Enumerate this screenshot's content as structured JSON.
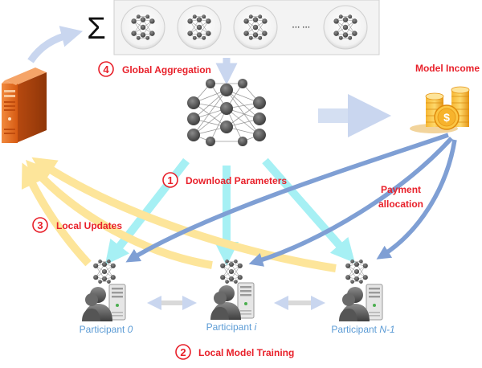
{
  "diagram": {
    "sum_symbol": "Σ",
    "ellipsis": "··· ···",
    "steps": [
      {
        "number": "4",
        "label": "Global Aggregation"
      },
      {
        "number": "1",
        "label": "Download Parameters"
      },
      {
        "number": "3",
        "label": "Local Updates"
      },
      {
        "number": "2",
        "label": "Local Model Training"
      }
    ],
    "model_income_label": "Model Income",
    "coin_symbol": "$",
    "payment_label_line1": "Payment",
    "payment_label_line2": "allocation",
    "participants": [
      {
        "prefix": "Participant ",
        "index": "0"
      },
      {
        "prefix": "Participant ",
        "index": "i"
      },
      {
        "prefix": "Participant ",
        "index": "N-1"
      }
    ],
    "colors": {
      "red": "#e8202a",
      "blue_text": "#5b9bd5",
      "cyan_arrow": "#a6f0f4",
      "yellow_arrow": "#fde59a",
      "steel_arrow": "#7f9fd4",
      "light_arrow": "#c9d6ef",
      "server_orange": "#e8712a",
      "coin_gold": "#f5a623"
    }
  }
}
